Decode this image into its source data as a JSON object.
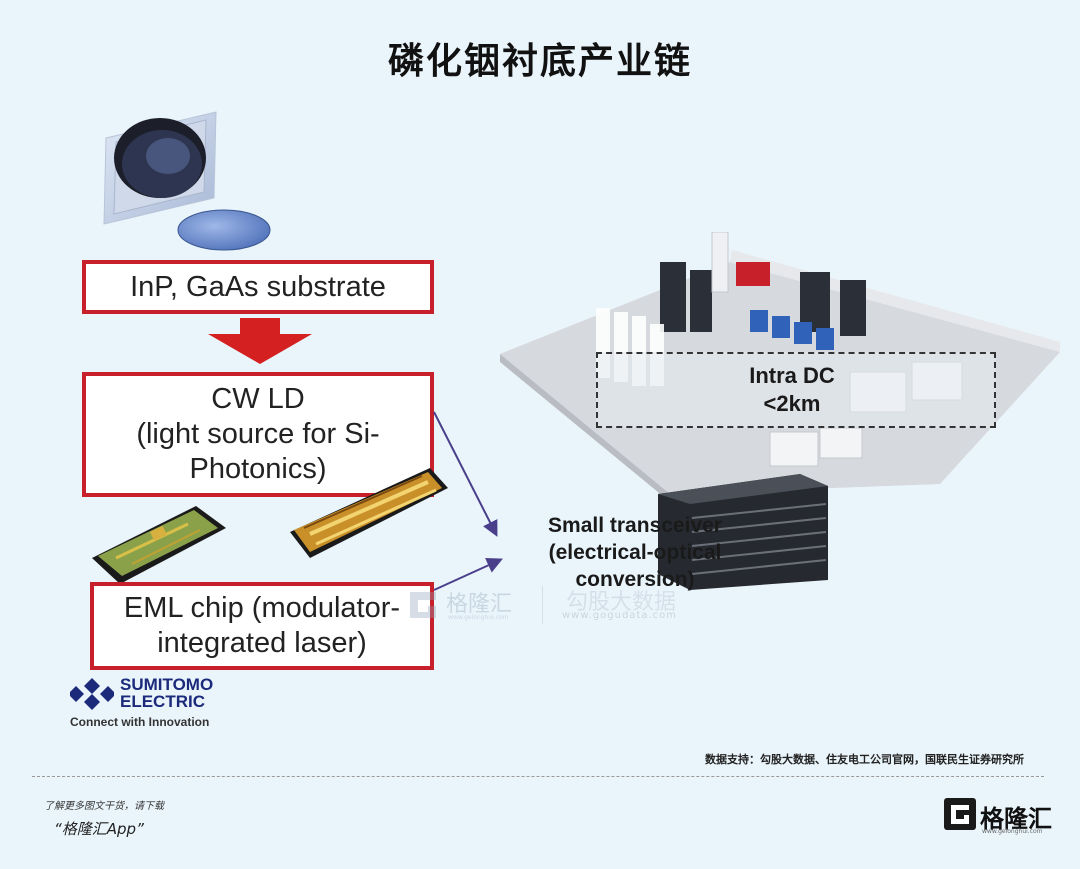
{
  "title": "磷化铟衬底产业链",
  "boxes": {
    "substrate": "InP, GaAs substrate",
    "cwld_line1": "CW LD",
    "cwld_line2": "(light source for Si-",
    "cwld_line3": "Photonics)",
    "eml_line1": "EML chip (modulator-",
    "eml_line2": "integrated laser)"
  },
  "transceiver": {
    "line1": "Small transceiver",
    "line2": "(electrical-optical",
    "line3": "conversion)"
  },
  "intra_dc": {
    "line1": "Intra DC",
    "line2": "<2km"
  },
  "logo": {
    "line1": "SUMITOMO",
    "line2": "ELECTRIC",
    "tagline": "Connect with Innovation"
  },
  "watermark": {
    "brand": "格隆汇",
    "brand_url": "www.gelonghui.com",
    "data_brand": "勾股大数据",
    "data_url": "www.gogudata.com"
  },
  "source": "数据支持：勾股大数据、住友电工公司官网，国联民生证券研究所",
  "footer": {
    "note": "了解更多图文干货，请下载",
    "app": "“格隆汇App”",
    "brand": "格隆汇",
    "brand_url": "www.gelonghui.com"
  },
  "colors": {
    "background": "#eaf5fb",
    "box_border": "#c8202a",
    "arrow_red": "#d42020",
    "connector": "#4a3f8a",
    "logo_blue": "#1b2a7a"
  }
}
